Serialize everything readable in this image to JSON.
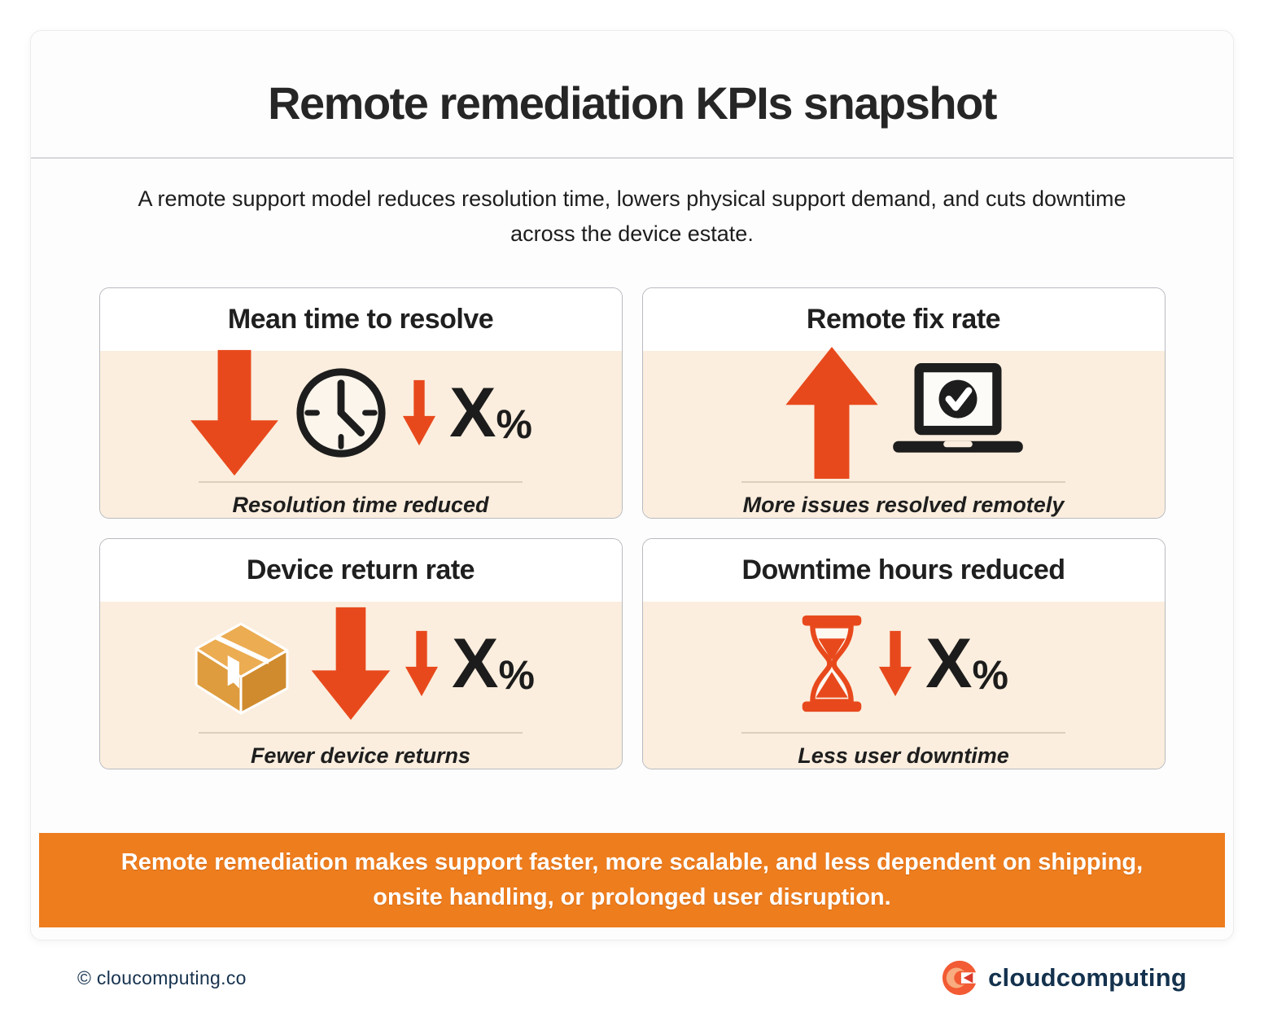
{
  "header": {
    "title": "Remote remediation KPIs snapshot",
    "subtitle": "A remote support model reduces resolution time, lowers physical support demand, and cuts downtime across the device estate."
  },
  "cards": [
    {
      "title": "Mean time to resolve",
      "caption": "Resolution time reduced",
      "metric_value": "X",
      "metric_unit": "%",
      "trend": "down",
      "icons": [
        "down-arrow",
        "clock",
        "small-down-arrow"
      ]
    },
    {
      "title": "Remote fix rate",
      "caption": "More issues resolved remotely",
      "trend": "up",
      "icons": [
        "up-arrow",
        "laptop-check"
      ]
    },
    {
      "title": "Device return rate",
      "caption": "Fewer device returns",
      "metric_value": "X",
      "metric_unit": "%",
      "trend": "down",
      "icons": [
        "package-box",
        "down-arrow",
        "small-down-arrow"
      ]
    },
    {
      "title": "Downtime hours reduced",
      "caption": "Less user downtime",
      "metric_value": "X",
      "metric_unit": "%",
      "trend": "down",
      "icons": [
        "hourglass",
        "small-down-arrow"
      ]
    }
  ],
  "banner": {
    "text": "Remote remediation makes support faster, more scalable, and less dependent on shipping, onsite handling, or prolonged user disruption."
  },
  "footer": {
    "copyright": "© cloucomputing.co",
    "brand": "cloudcomputing"
  },
  "colors": {
    "accent_orange": "#E8491C",
    "banner_orange": "#EE7D1E",
    "card_body_cream": "#FBEEDE",
    "navy": "#16324E",
    "logo_coral": "#F25B33"
  }
}
